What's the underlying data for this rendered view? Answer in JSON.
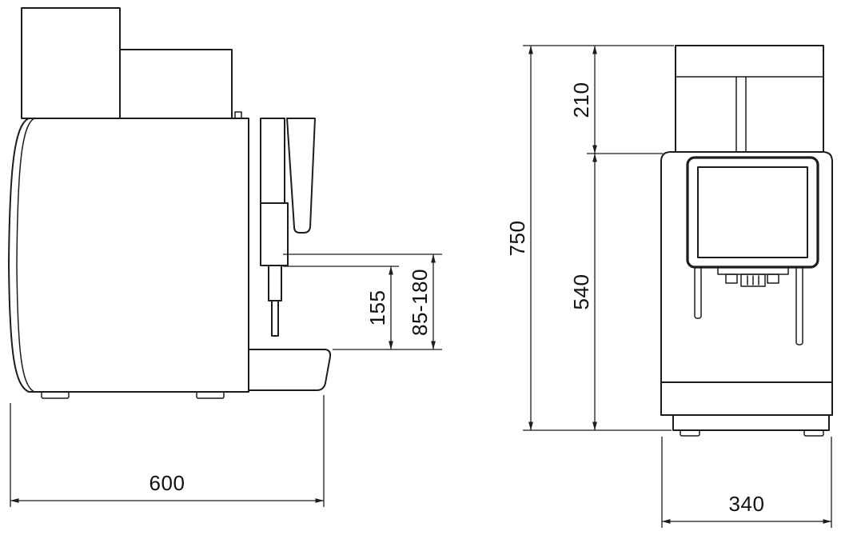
{
  "drawing": {
    "background": "#ffffff",
    "line_color": "#1c1c1c"
  },
  "side_view": {
    "dimensions": {
      "depth": "600",
      "spout_clearance": "155",
      "spout_height_range": "85-180"
    }
  },
  "front_view": {
    "dimensions": {
      "total_height": "750",
      "top_section_height": "210",
      "body_height": "540",
      "width": "340"
    }
  }
}
